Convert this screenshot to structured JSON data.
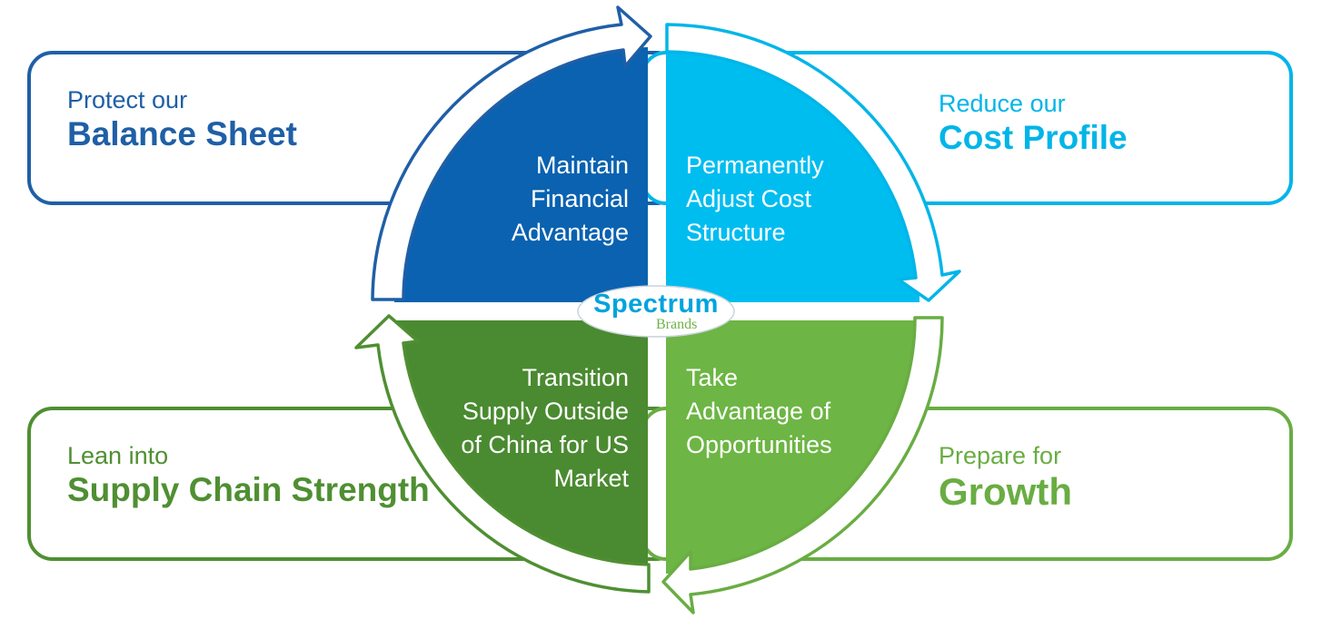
{
  "panels": {
    "top_left": {
      "small": "Protect our",
      "big": "Balance Sheet"
    },
    "top_right": {
      "small": "Reduce our",
      "big": "Cost Profile"
    },
    "bottom_left": {
      "small": "Lean into",
      "big": "Supply Chain Strength"
    },
    "bottom_right": {
      "small": "Prepare for",
      "big": "Growth"
    }
  },
  "quadrants": {
    "top_left": [
      "Maintain",
      "Financial",
      "Advantage"
    ],
    "top_right": [
      "Permanently",
      "Adjust Cost",
      "Structure"
    ],
    "bottom_left": [
      "Transition",
      "Supply Outside",
      "of China for US",
      "Market"
    ],
    "bottom_right": [
      "Take",
      "Advantage of",
      "Opportunities"
    ]
  },
  "logo": {
    "main": "Spectrum",
    "sub": "Brands"
  },
  "colors": {
    "dark_blue": "#1f5fa6",
    "wedge_dark_blue": "#0a62b0",
    "light_blue": "#00b5e8",
    "wedge_light_blue": "#00bdf0",
    "dark_green": "#4f8f32",
    "wedge_dark_green": "#4a8a30",
    "light_green": "#69ad43",
    "wedge_light_green": "#6db544"
  }
}
